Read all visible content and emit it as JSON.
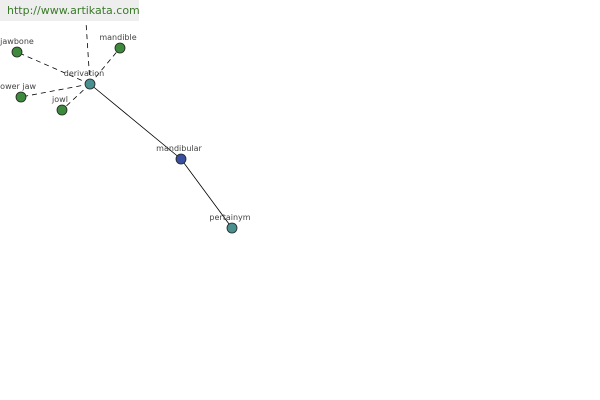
{
  "banner": {
    "url": "http://www.artikata.com"
  },
  "colors": {
    "center_node": "#3a4fa0",
    "relation_node": "#4a9090",
    "word_node": "#3d8a3d",
    "edge": "#000000",
    "banner_text": "#3a7a2a",
    "banner_bg": "#eeeeee"
  },
  "graph": {
    "center": {
      "label": "mandibular"
    },
    "relations": [
      {
        "label": "derivation"
      },
      {
        "label": "pertainym"
      }
    ],
    "words": [
      {
        "label": "jawbone"
      },
      {
        "label": "mandible"
      },
      {
        "label": "lower jaw"
      },
      {
        "label": "jowl"
      }
    ]
  }
}
